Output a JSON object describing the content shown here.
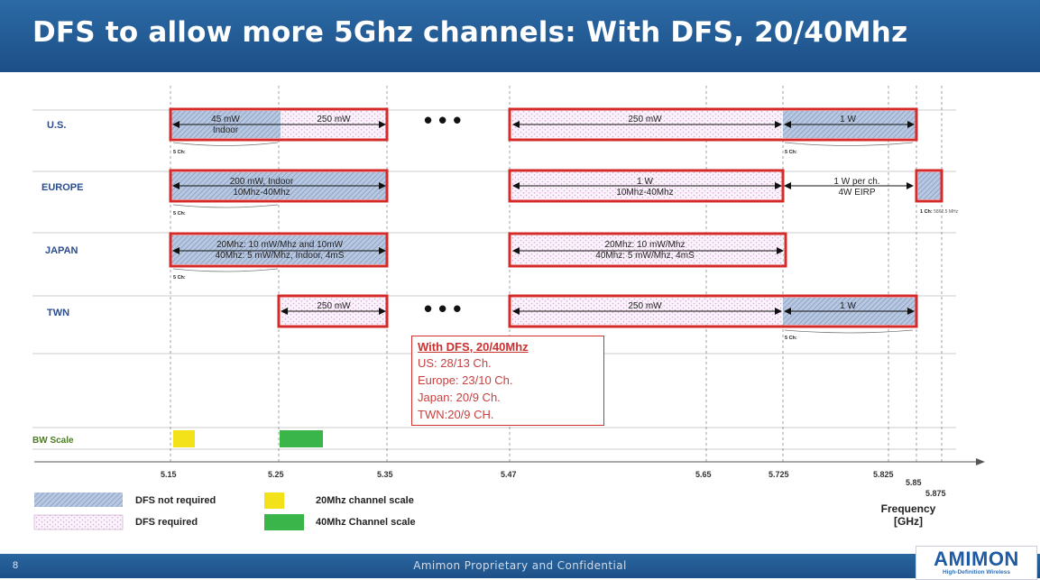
{
  "title": "DFS to allow more 5Ghz channels: With DFS, 20/40Mhz",
  "regions": [
    "U.S.",
    "EUROPE",
    "JAPAN",
    "TWN"
  ],
  "bands": {
    "us": [
      "45 mW",
      "Indoor",
      "250 mW",
      "250 mW",
      "1 W"
    ],
    "eu": [
      "200 mW, Indoor",
      "10Mhz-40Mhz",
      "1 W",
      "10Mhz-40Mhz",
      "1 W per ch.",
      "4W EIRP"
    ],
    "jp": [
      "20Mhz: 10 mW/Mhz and 10mW",
      "40Mhz: 5 mW/Mhz, Indoor, 4mS",
      "20Mhz: 10 mW/Mhz",
      "40Mhz: 5 mW/Mhz, 4mS"
    ],
    "tw": [
      "250 mW",
      "250 mW",
      "1 W"
    ]
  },
  "channel_notes": {
    "five_ch_low": "5 Ch:",
    "five_ch_high": "5 Ch:",
    "one_ch": "1 Ch:",
    "one_ch_freq": "5862.5 MHz"
  },
  "dfs_summary": {
    "heading": "With DFS, 20/40Mhz",
    "lines": [
      "US: 28/13 Ch.",
      "Europe: 23/10 Ch.",
      "Japan: 20/9 Ch.",
      "TWN:20/9 CH."
    ]
  },
  "bw_scale_label": "BW Scale",
  "axis_ticks": [
    "5.15",
    "5.25",
    "5.35",
    "5.47",
    "5.65",
    "5.725",
    "5.825",
    "5.85",
    "5.875"
  ],
  "frequency_label": "Frequency [GHz]",
  "legend": {
    "dfs_not_required": "DFS not required",
    "dfs_required": "DFS required",
    "ch20": "20Mhz channel scale",
    "ch40": "40Mhz Channel scale"
  },
  "colors": {
    "title_bar": "#1d4f87",
    "band_border": "#d42a2a",
    "ch20": "#f3e11a",
    "ch40": "#39b54a"
  },
  "footer": {
    "page": "8",
    "text": "Amimon Proprietary and Confidential",
    "logo": "AMIMON",
    "logo_tagline": "High-Definition Wireless"
  }
}
